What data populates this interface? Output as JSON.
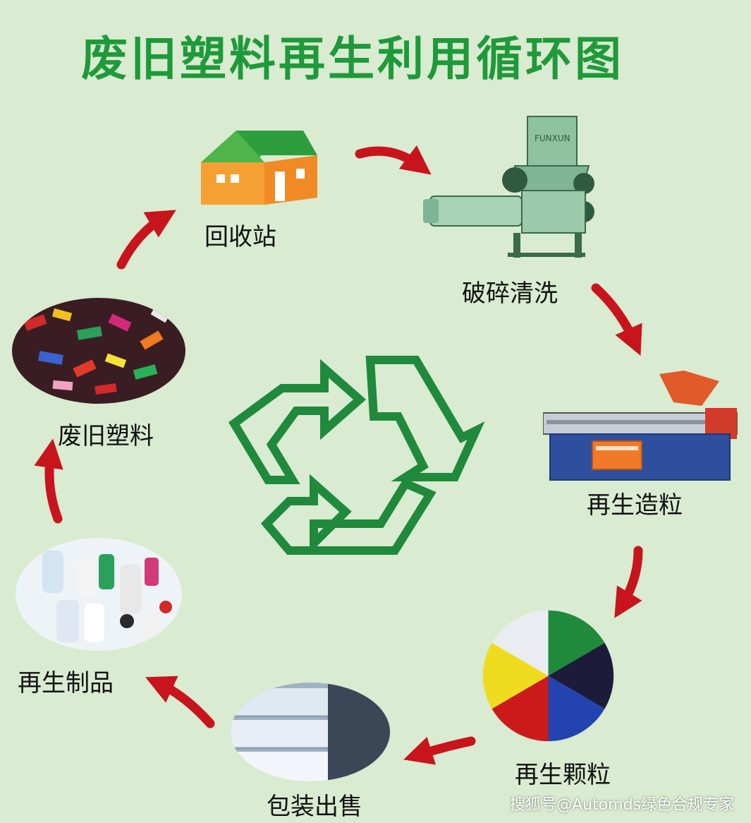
{
  "title": "废旧塑料再生利用循环图",
  "steps": [
    {
      "label": "回收站"
    },
    {
      "label": "破碎清洗"
    },
    {
      "label": "再生造粒"
    },
    {
      "label": "再生颗粒"
    },
    {
      "label": "包装出售"
    },
    {
      "label": "再生制品"
    },
    {
      "label": "废旧塑料"
    }
  ],
  "watermark": "搜狐号@Automds绿色合规专家",
  "colors": {
    "background": "#d9ebd0",
    "title": "#1e9a3a",
    "arrow": "#c8141c",
    "recycle_symbol": "#1f8a3c"
  },
  "icons": {
    "center": "recycle-icon",
    "step_images": [
      "house-icon",
      "crusher-machine-image",
      "extruder-machine-image",
      "pellets-pie-image",
      "packaged-goods-image",
      "plastic-bottles-image",
      "plastic-scrap-image"
    ]
  }
}
